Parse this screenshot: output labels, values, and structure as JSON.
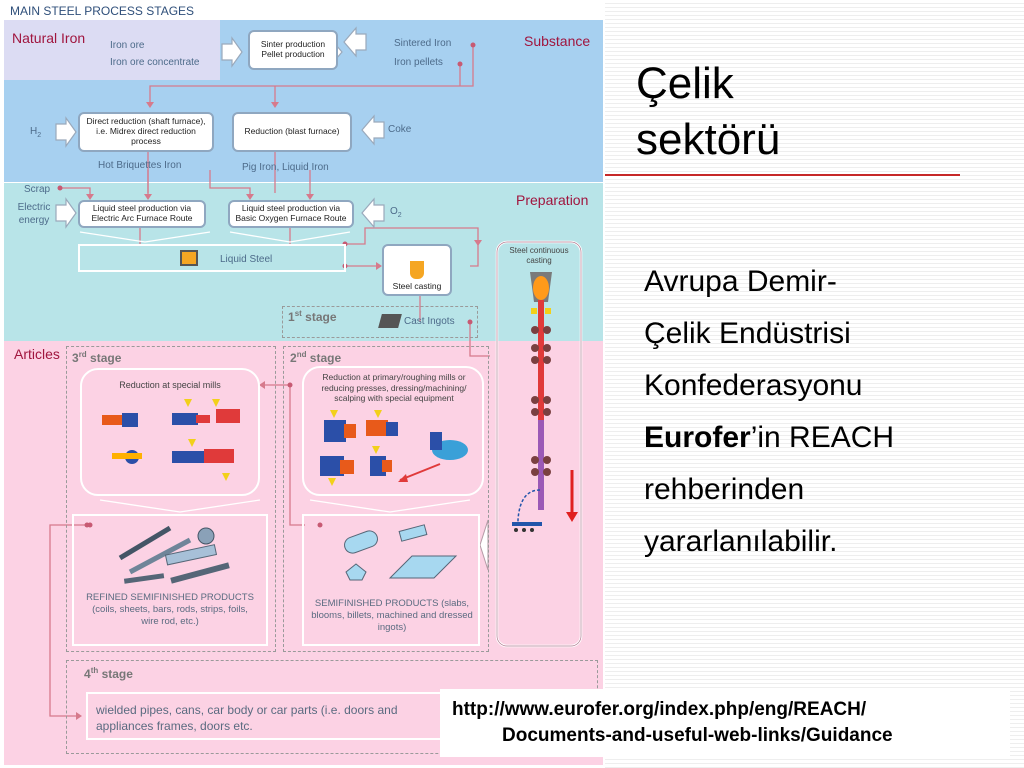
{
  "diagram": {
    "title": "MAIN STEEL PROCESS STAGES",
    "sections": {
      "natural_iron": "Natural Iron",
      "substance": "Substance",
      "preparation": "Preparation",
      "articles": "Articles"
    },
    "inputs": {
      "iron_ore": "Iron ore",
      "iron_ore_concentrate": "Iron ore concentrate",
      "sintered_iron": "Sintered Iron",
      "iron_pellets": "Iron pellets",
      "h2": "H",
      "h2_sub": "2",
      "coke": "Coke",
      "scrap": "Scrap",
      "electric_energy": "Electric energy",
      "o2": "O",
      "o2_sub": "2"
    },
    "process_boxes": {
      "sinter": "Sinter production Pellet production",
      "direct_reduction": "Direct reduction (shaft furnace), i.e. Midrex direct reduction process",
      "blast_furnace": "Reduction (blast furnace)",
      "eaf": "Liquid steel production via Electric Arc Furnace Route",
      "bof": "Liquid steel production via Basic Oxygen Furnace Route",
      "steel_casting": "Steel casting",
      "continuous_casting": "Steel continuous casting"
    },
    "outputs": {
      "hot_briquettes": "Hot Briquettes Iron",
      "pig_iron": "Pig Iron, Liquid Iron",
      "liquid_steel": "Liquid Steel",
      "cast_ingots": "Cast Ingots"
    },
    "stages": {
      "first": "1",
      "second": "2",
      "third": "3",
      "fourth": "4",
      "suffix_st": "st",
      "suffix_nd": "nd",
      "suffix_rd": "rd",
      "suffix_th": "th",
      "word": " stage"
    },
    "mills": {
      "special": "Reduction at special mills",
      "primary": "Reduction at primary/roughing mills or reducing presses, dressing/machining/ scalping with special equipment"
    },
    "products": {
      "refined": "REFINED SEMIFINISHED PRODUCTS (coils, sheets, bars, rods, strips, foils, wire rod, etc.)",
      "semifinished": "SEMIFINISHED PRODUCTS (slabs, blooms, billets, machined and dressed ingots)",
      "fourth_stage": "wielded pipes, cans, car body or car parts (i.e. doors and appliances frames, doors etc."
    }
  },
  "slide": {
    "title_line_1": "Çelik",
    "title_line_2": "sektörü",
    "body_line_1": "Avrupa Demir-",
    "body_line_2": "Çelik Endüstrisi",
    "body_line_3": "Konfederasyonu",
    "body_bold": "Eurofer",
    "body_after_bold": "’in REACH",
    "body_line_5": "rehberinden",
    "body_line_6": "yararlanılabilir.",
    "url_line_1": "http://www.eurofer.org/index.php/eng/REACH/",
    "url_line_2": "Documents-and-useful-web-links/Guidance"
  },
  "colors": {
    "substance_band": "#a7d0f0",
    "natural_iron_panel": "#dcdcf3",
    "preparation_band": "#b8e4e8",
    "articles_band": "#fcd2e4",
    "section_title": "#a0153e",
    "divider": "#c62828"
  }
}
